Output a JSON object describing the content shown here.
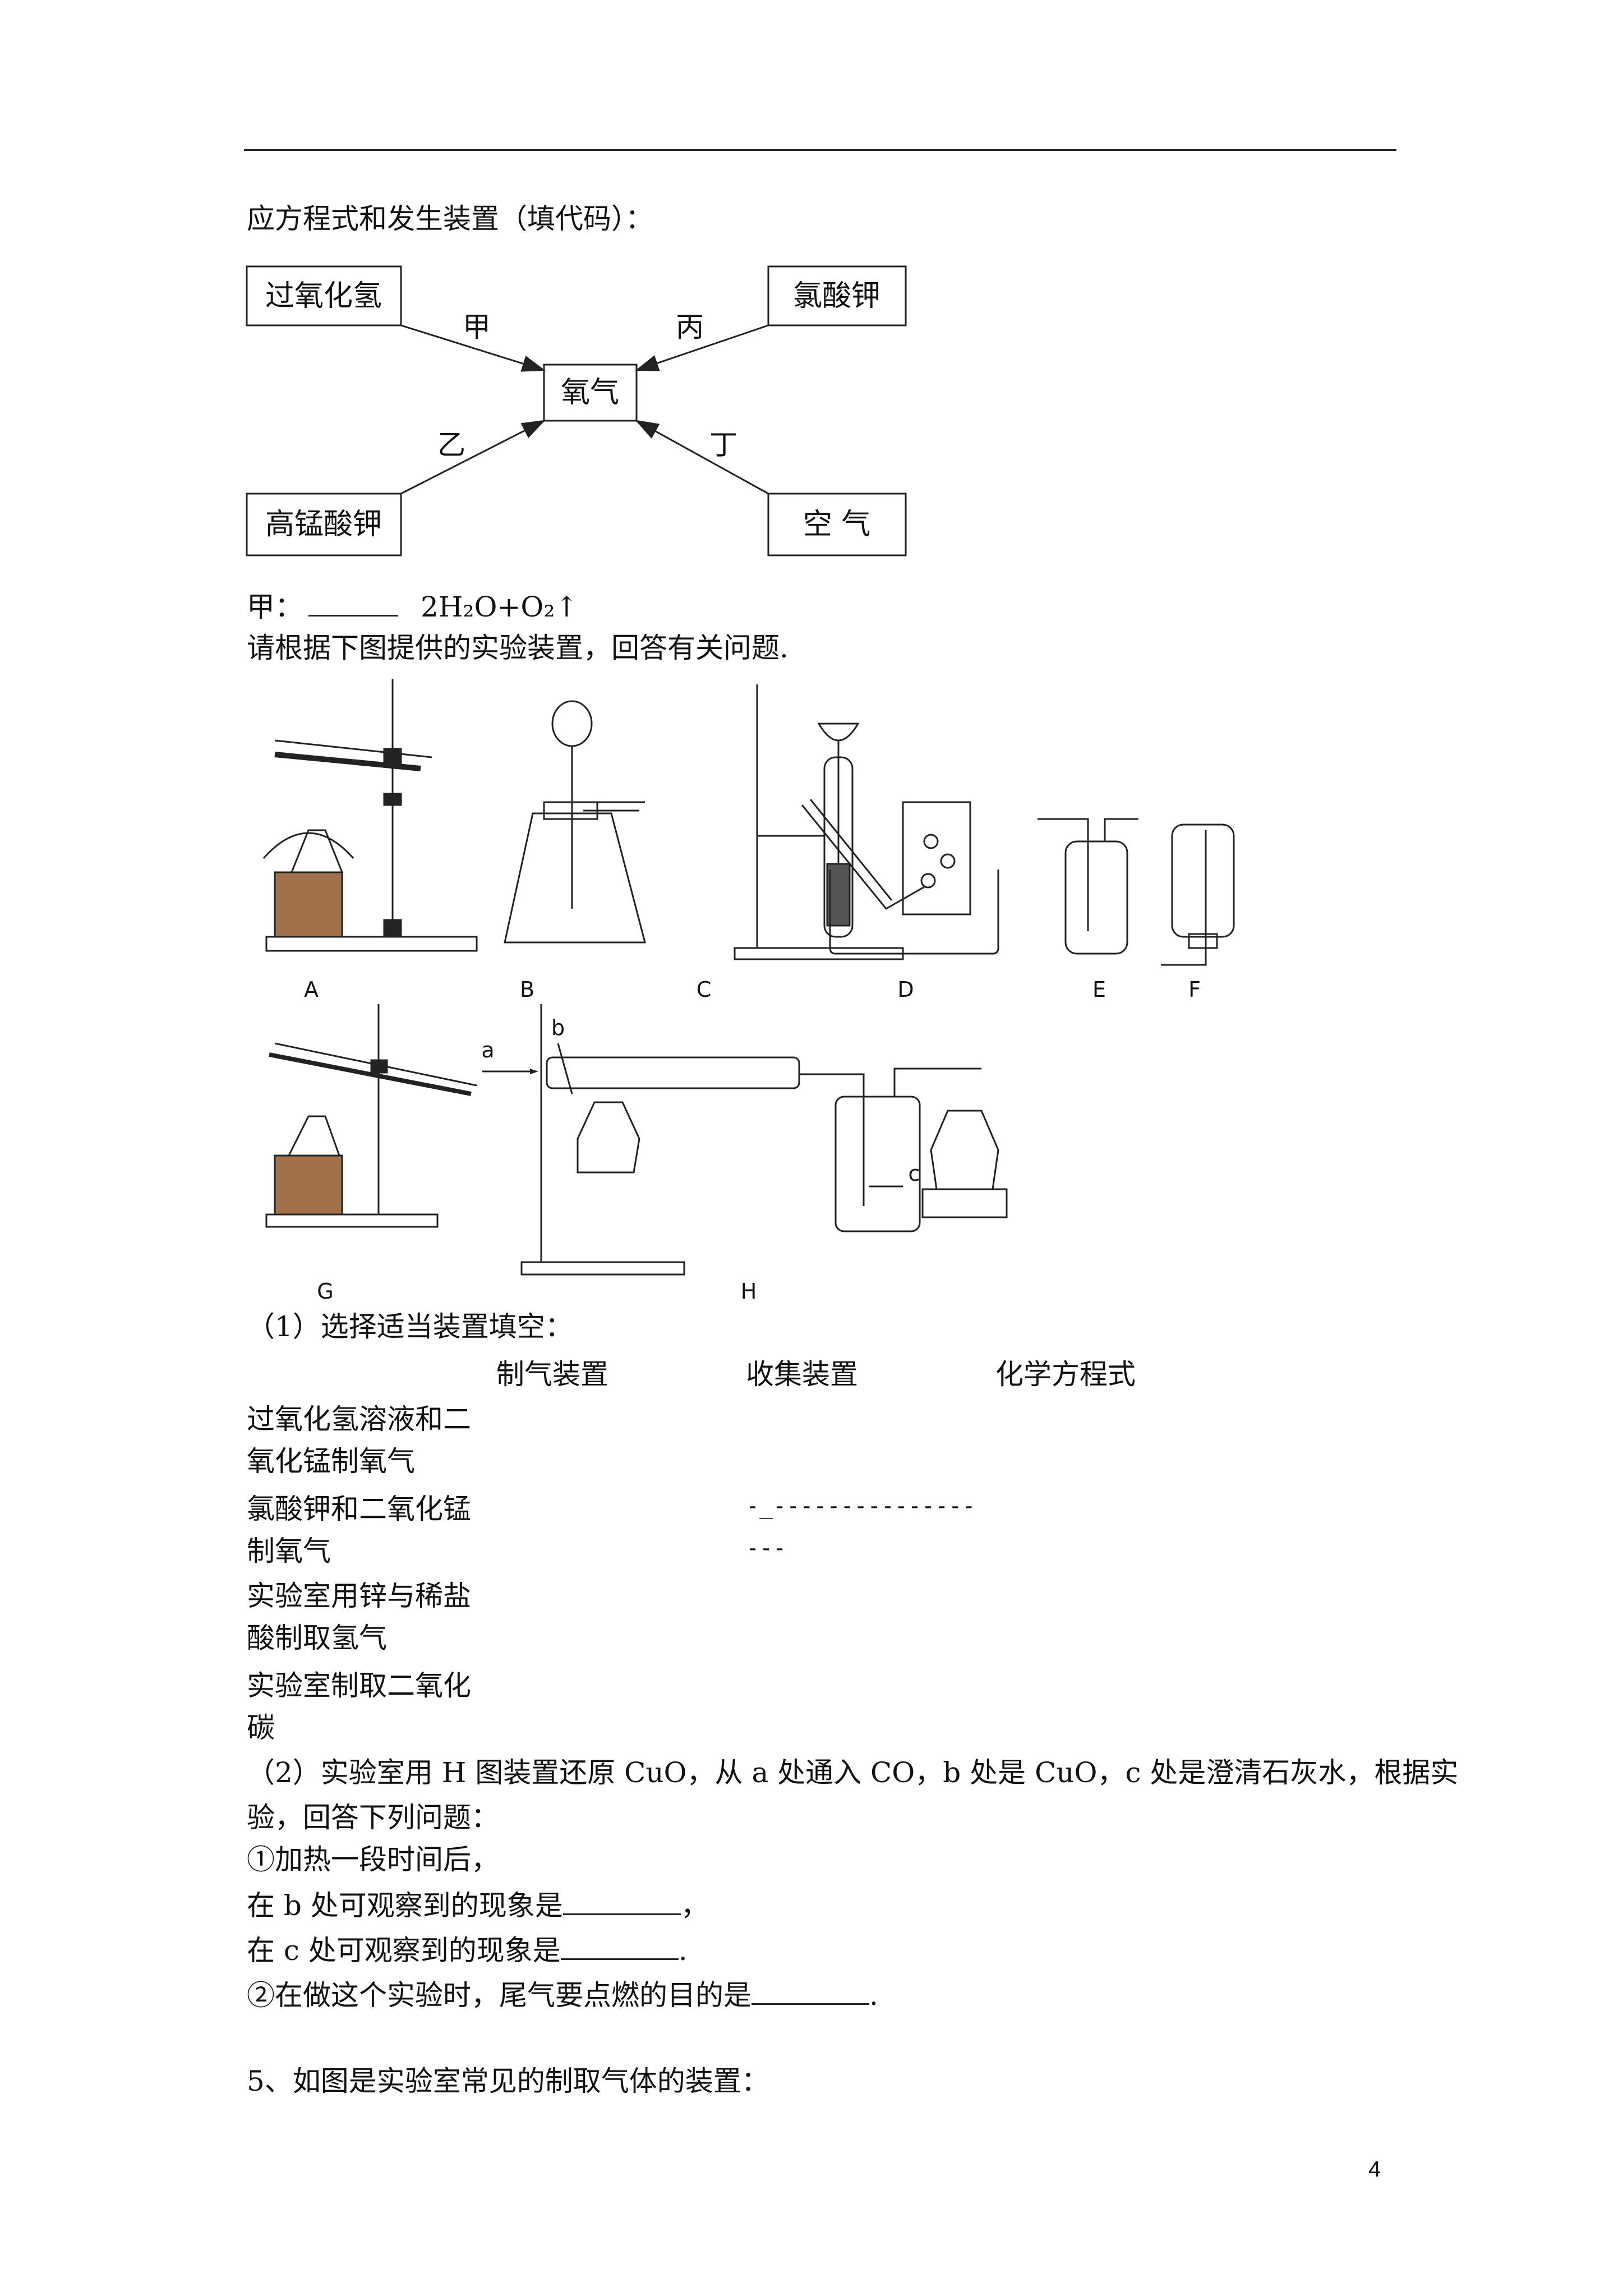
{
  "intro_line": "应方程式和发生装置（填代码）：",
  "diagram": {
    "boxes": {
      "h2o2": "过氧化氢",
      "kclo3": "氯酸钾",
      "center": "氧气",
      "kmno4": "高锰酸钾",
      "air": "空 气"
    },
    "arrow_labels": {
      "jia": "甲",
      "bing": "丙",
      "yi": "乙",
      "ding": "丁"
    }
  },
  "equation": {
    "prefix": "甲：",
    "text": "2H₂O+O₂↑"
  },
  "apparatus_intro": "请根据下图提供的实验装置，回答有关问题.",
  "apparatus_labels": [
    "A",
    "B",
    "C",
    "D",
    "E",
    "F",
    "G",
    "H"
  ],
  "apparatus_marks": {
    "a": "a",
    "b": "b",
    "c": "c"
  },
  "q1": {
    "heading": "（1）选择适当装置填空：",
    "columns": [
      "制气装置",
      "收集装置",
      "化学方程式"
    ],
    "rows": [
      {
        "l1": "过氧化氢溶液和二",
        "l2": "氧化锰制氧气"
      },
      {
        "l1": "氯酸钾和二氧化锰",
        "l2": "制氧气",
        "d1": "-_---------------",
        "d2": "---"
      },
      {
        "l1": "实验室用锌与稀盐",
        "l2": "酸制取氢气"
      },
      {
        "l1": "实验室制取二氧化",
        "l2": "碳"
      }
    ]
  },
  "q2": {
    "line1": "（2）实验室用 H 图装置还原 CuO，从 a 处通入 CO，b 处是 CuO，c 处是澄清石灰水，根据实",
    "line2": "验，回答下列问题：",
    "line3": "①加热一段时间后，",
    "line4": "在 b 处可观察到的现象是",
    "line4_end": "，",
    "line5": "在 c 处可观察到的现象是",
    "line5_end": ".",
    "line6": "②在做这个实验时，尾气要点燃的目的是",
    "line6_end": "."
  },
  "q5": "5、如图是实验室常见的制取气体的装置：",
  "page_number": "4"
}
